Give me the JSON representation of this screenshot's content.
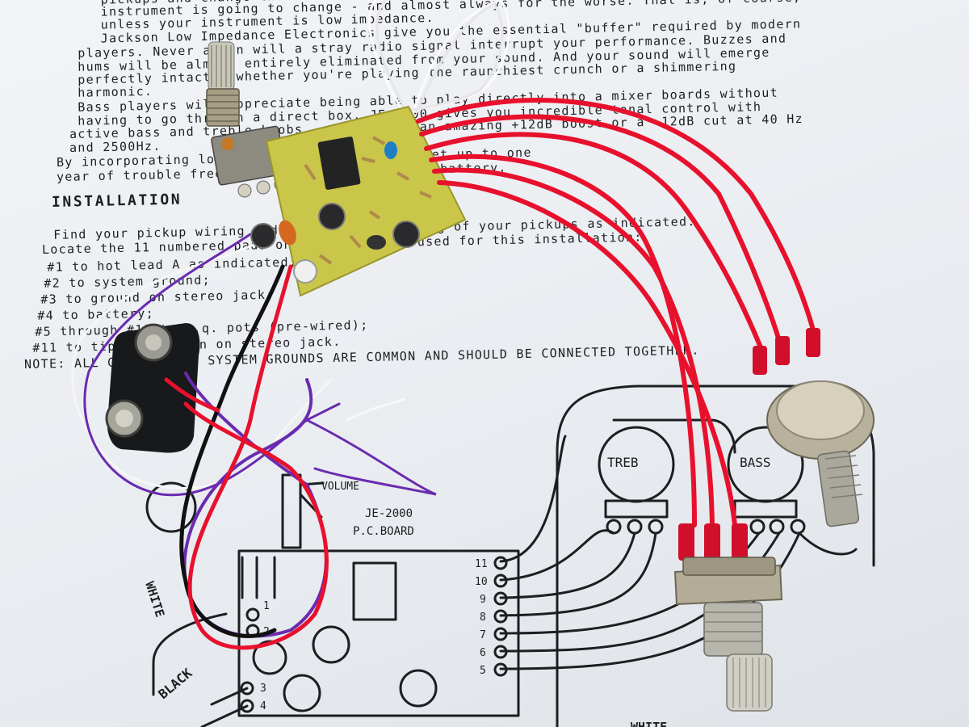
{
  "document": {
    "intro_lines": [
      "  pickups and change the resonant frequency and Q - in other words the sound of your",
      "  instrument is going to change - and almost always for the worse. That is, of course,",
      "  unless your instrument is low impedance.",
      "  Jackson Low Impedance Electronics give you the essential \"buffer\" required by modern",
      " players. Never again will a stray radio signal interrupt your performance. Buzzes and",
      " hums will be almost entirely eliminated from your sound. And your sound will emerge",
      " perfectly intact - whether you're playing the raunchiest crunch or a shimmering",
      " harmonic.",
      " Bass players will appreciate being able to play directly into a mixer boards without",
      " having to go through a direct box. JE-2000 gives you incredible tonal control with",
      "active bass and treble knobs - giving you an amazing +12dB boost or a -12dB cut at 40 Hz",
      "and 2500Hz.",
      "By incorporating low power requirements you get up to one",
      "year of trouble free use from a single 9 volt battery."
    ],
    "heading": "INSTALLATION",
    "install_lines": [
      " Find your pickup wiring and complete the wiring of your pickups as indicated.",
      "Locate the 11 numbered pads on the P.C.board used for this installation:",
      " #1 to hot lead A as indicated;",
      " #2 to system ground;",
      " #3 to ground on stereo jack;",
      " #4 to battery;",
      " #5 through #10 to e.q. pots (pre-wired);",
      " #11 to tip connection on stereo jack.",
      "NOTE: ALL GROUNDS AND SYSTEM GROUNDS ARE COMMON AND SHOULD BE CONNECTED TOGETHER."
    ]
  },
  "diagram": {
    "pot_labels": [
      "TREB",
      "BASS"
    ],
    "volume_label": "VOLUME",
    "board_labels": [
      "JE-2000",
      "P.C.BOARD"
    ],
    "wire_labels": [
      "WHITE",
      "BLACK"
    ],
    "pad_numbers_right": [
      "11",
      "10",
      "9",
      "8",
      "7",
      "6",
      "5"
    ],
    "pad_numbers_left": [
      "1",
      "2",
      "3",
      "4"
    ],
    "bottom_partial_label": "WHITE"
  },
  "colors": {
    "paper": "#eceff2",
    "ink": "#1d1e22",
    "wire_red": "#e8112d",
    "wire_purple": "#6a2bb0",
    "wire_black": "#111111",
    "wire_white": "#f8f8f8",
    "pcb_yellow": "#c9c64a",
    "pot_metal": "#b7b19f"
  }
}
